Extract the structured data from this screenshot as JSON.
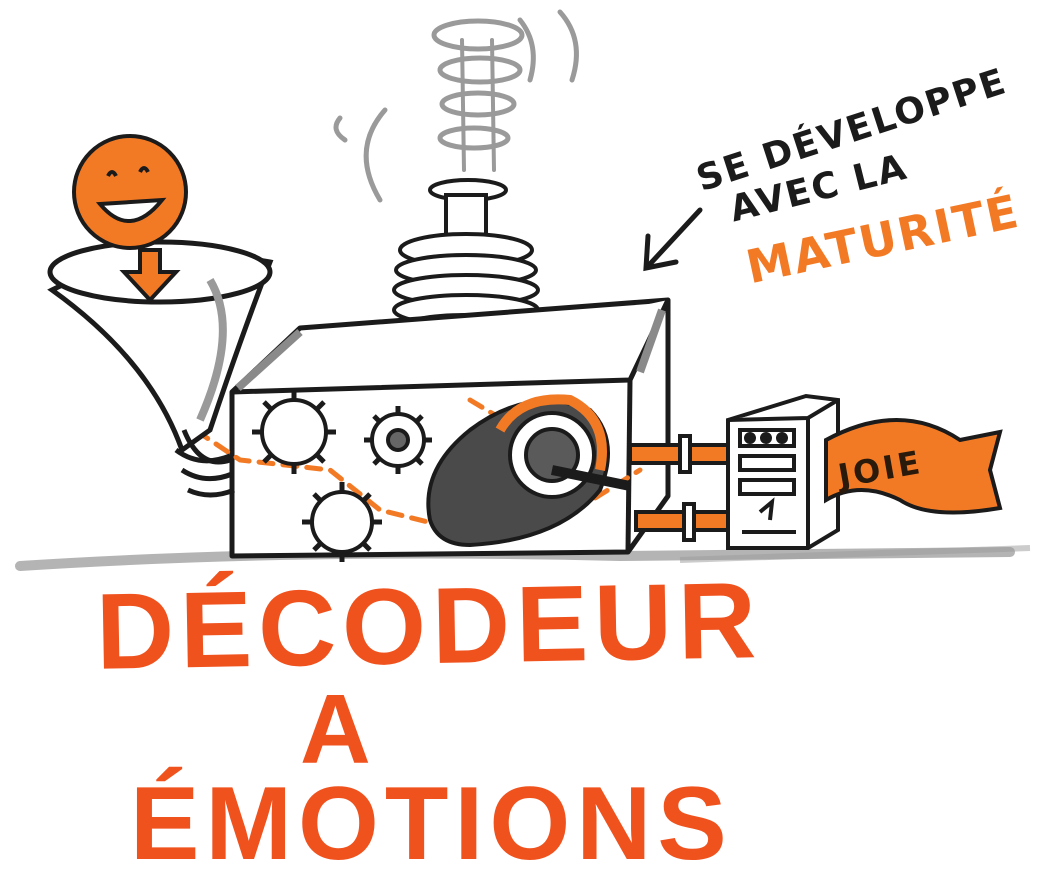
{
  "title": {
    "line1": "DÉCODEUR",
    "line2": "A",
    "line3": "ÉMOTIONS"
  },
  "annotation": {
    "line1": "SE DÉVELOPPE",
    "line2": "AVEC LA",
    "line3": "MATURITÉ"
  },
  "output_label": "JOIE",
  "colors": {
    "accent_orange": "#f0521e",
    "highlight_orange": "#f37a25",
    "ink": "#1b1b1b",
    "grey_shadow": "#8a8a8a"
  },
  "icons": {
    "smiley": "smiling-sun-face-icon",
    "funnel": "funnel-icon",
    "gears": "gear-icon",
    "eye": "eye-lens-icon",
    "chimney": "chimney-coil-icon",
    "control_box": "control-panel-icon",
    "arrow": "pointing-arrow-icon"
  }
}
